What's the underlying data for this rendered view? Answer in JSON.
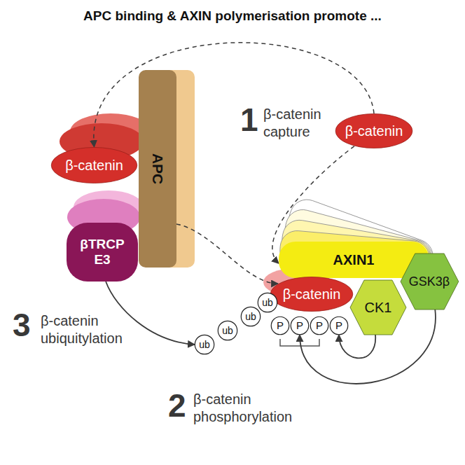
{
  "diagram": {
    "title": "APC binding & AXIN polymerisation promote ...",
    "nodes": [
      {
        "text": [
          "APC"
        ]
      },
      {
        "text": [
          "β-catenin"
        ]
      },
      {
        "text": [
          "β-catenin"
        ]
      },
      {
        "text": [
          "βTRCP E3"
        ]
      },
      {
        "text": [
          "AXIN1"
        ]
      },
      {
        "text": [
          "GSK3β"
        ]
      },
      {
        "text": [
          "β-catenin"
        ]
      },
      {
        "text": [
          "CK1"
        ]
      },
      {
        "text": [
          "ub"
        ]
      },
      {
        "text": [
          "ub"
        ]
      },
      {
        "text": [
          "ub"
        ]
      },
      {
        "text": [
          "ub"
        ]
      },
      {
        "text": [
          "P"
        ]
      },
      {
        "text": [
          "P"
        ]
      },
      {
        "text": [
          "P"
        ]
      },
      {
        "text": [
          "P"
        ]
      }
    ],
    "edges": [
      {
        "from": 1,
        "to": 2,
        "arrow": "to"
      },
      {
        "from": 1,
        "to": 4,
        "arrow": "to"
      },
      {
        "from": 0,
        "to": 6,
        "arrow": "to"
      },
      {
        "from": 3,
        "to": 11,
        "arrow": "to"
      },
      {
        "from": 7,
        "to": 15,
        "arrow": "to"
      },
      {
        "from": 5,
        "to": 13,
        "arrow": "to"
      }
    ],
    "labels": [
      "1",
      "β-catenin",
      "capture",
      "3",
      "β-catenin",
      "ubiquitylation",
      "2",
      "β-catenin",
      "phosphorylation"
    ]
  }
}
